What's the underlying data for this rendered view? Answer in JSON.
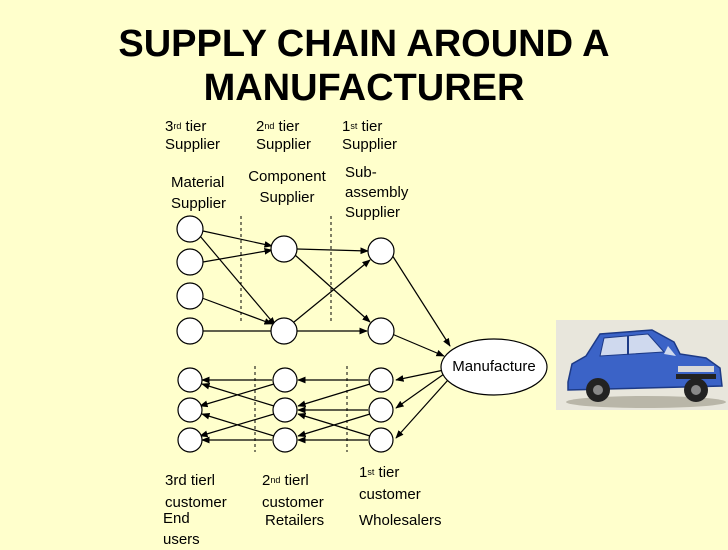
{
  "title_line1": "SUPPLY CHAIN AROUND A",
  "title_line2": "MANUFACTURER",
  "supplier_tiers": [
    {
      "num": "3",
      "sup": "rd",
      "word": "tier",
      "line2": "Supplier"
    },
    {
      "num": "2",
      "sup": "nd",
      "word": "tier",
      "line2": "Supplier"
    },
    {
      "num": "1",
      "sup": "st",
      "word": "tier",
      "line2": "Supplier"
    }
  ],
  "supplier_types": {
    "material": [
      "Material",
      "Supplier"
    ],
    "component": [
      "Component",
      "Supplier"
    ],
    "subassembly": [
      "Sub-",
      "assembly",
      "Supplier"
    ]
  },
  "manufacturer": "Manufacture",
  "customer_tiers": [
    {
      "num": "3rd tierl",
      "sup": "",
      "word": "",
      "line2": "customer"
    },
    {
      "num": "2",
      "sup": "nd",
      "word": "tierl",
      "line2": "customer"
    },
    {
      "num": "1",
      "sup": "st",
      "word": "tier",
      "line2": "customer"
    }
  ],
  "customer_types": {
    "end_users": [
      "End",
      "users"
    ],
    "retailers": "Retailers",
    "wholesalers": "Wholesalers"
  },
  "colors": {
    "background": "#ffffcc",
    "stroke": "#000000",
    "car": "#3b63c7"
  }
}
